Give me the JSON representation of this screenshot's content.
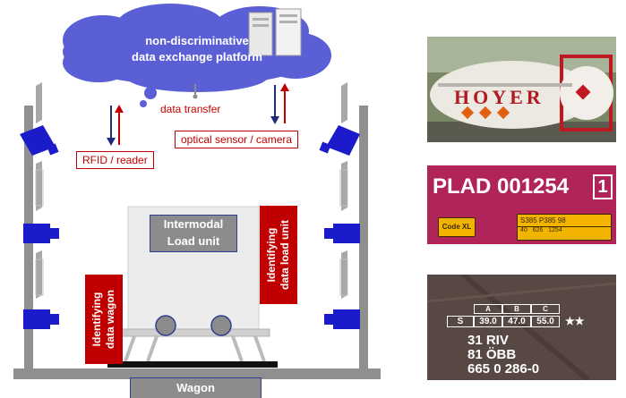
{
  "platform": {
    "line1": "non-discriminative",
    "line2": "data exchange platform"
  },
  "data_transfer": "data transfer",
  "rfid_label": "RFID / reader",
  "optical_label": "optical sensor / camera",
  "load_unit": {
    "line1": "Intermodal",
    "line2": "Load unit"
  },
  "identifying_load_unit": {
    "line1": "Identifying",
    "line2": "data load unit"
  },
  "identifying_wagon": {
    "line1": "Identifying",
    "line2": "data wagon"
  },
  "wagon": "Wagon",
  "photos": {
    "tank": {
      "brand": "HOYER"
    },
    "plad": {
      "code": "PLAD 001254",
      "check_digit": "1",
      "badge": "Code XL",
      "panel_line1": "S385 P385 98",
      "panel_line2": "40   626   1254"
    },
    "wagon_marks": {
      "table_headers": [
        "A",
        "B",
        "C"
      ],
      "table_row_label": "S",
      "table_values": [
        "39.0",
        "47.0",
        "55.0"
      ],
      "stars": "★★",
      "line1": "31 RIV",
      "line2": "81 ÖBB",
      "line3": "665 0 286-0"
    }
  },
  "colors": {
    "cloud": "#5b5fd6",
    "red": "#c00000",
    "navy": "#1f2a7a",
    "camera_blue": "#1b1bcc",
    "frame_grey": "#8f8f8f"
  }
}
